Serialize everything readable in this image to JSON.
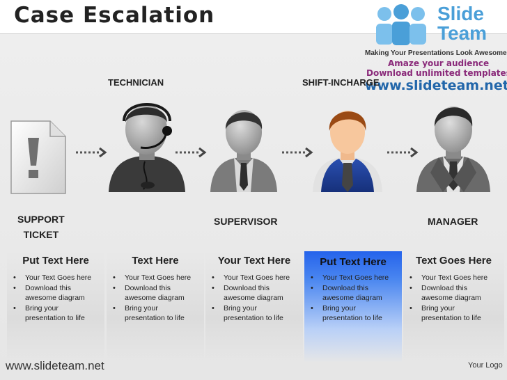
{
  "title": "Case Escalation",
  "brand": {
    "name_line1": "Slide",
    "name_line2": "Team",
    "tagline": "Making Your Presentations Look Awesome",
    "promo_line1": "Amaze your audience",
    "promo_line2": "Download unlimited templates",
    "promo_url": "www.slideteam.net"
  },
  "roles": {
    "support_ticket_line1": "SUPPORT",
    "support_ticket_line2": "TICKET",
    "technician": "TECHNICIAN",
    "supervisor": "SUPERVISOR",
    "shift_incharge": "SHIFT-INCHARGE",
    "manager": "MANAGER"
  },
  "columns": [
    {
      "heading": "Put Text Here",
      "highlighted": false,
      "bullets": [
        [
          "Your Text Goes here"
        ],
        [
          "Download this",
          "awesome diagram"
        ],
        [
          "Bring your",
          "presentation to life"
        ]
      ]
    },
    {
      "heading": "Text Here",
      "highlighted": false,
      "bullets": [
        [
          "Your Text Goes here"
        ],
        [
          "Download this",
          "awesome diagram"
        ],
        [
          "Bring your",
          "presentation to life"
        ]
      ]
    },
    {
      "heading": "Your Text Here",
      "highlighted": false,
      "bullets": [
        [
          "Your Text Goes here"
        ],
        [
          "Download this",
          "awesome diagram"
        ],
        [
          "Bring your",
          "presentation to life"
        ]
      ]
    },
    {
      "heading": "Put Text Here",
      "highlighted": true,
      "bullets": [
        [
          "Your Text Goes here"
        ],
        [
          "Download this",
          "awesome diagram"
        ],
        [
          "Bring your",
          "presentation to life"
        ]
      ]
    },
    {
      "heading": "Text Goes Here",
      "highlighted": false,
      "bullets": [
        [
          "Your Text Goes here"
        ],
        [
          "Download this",
          "awesome diagram"
        ],
        [
          "Bring your",
          "presentation to life"
        ]
      ]
    }
  ],
  "footer": {
    "url": "www.slideteam.net",
    "logo_placeholder": "Your Logo"
  },
  "colors": {
    "highlight": "#2563eb",
    "brand_blue": "#4a9fd8",
    "promo_purple": "#8a2a7a",
    "shift_incharge_vest": "#1f3f9a"
  },
  "icons": [
    "ticket-document-icon",
    "technician-headset-icon",
    "supervisor-person-icon",
    "shift-incharge-person-icon",
    "manager-person-icon",
    "dotted-arrow-icon"
  ]
}
